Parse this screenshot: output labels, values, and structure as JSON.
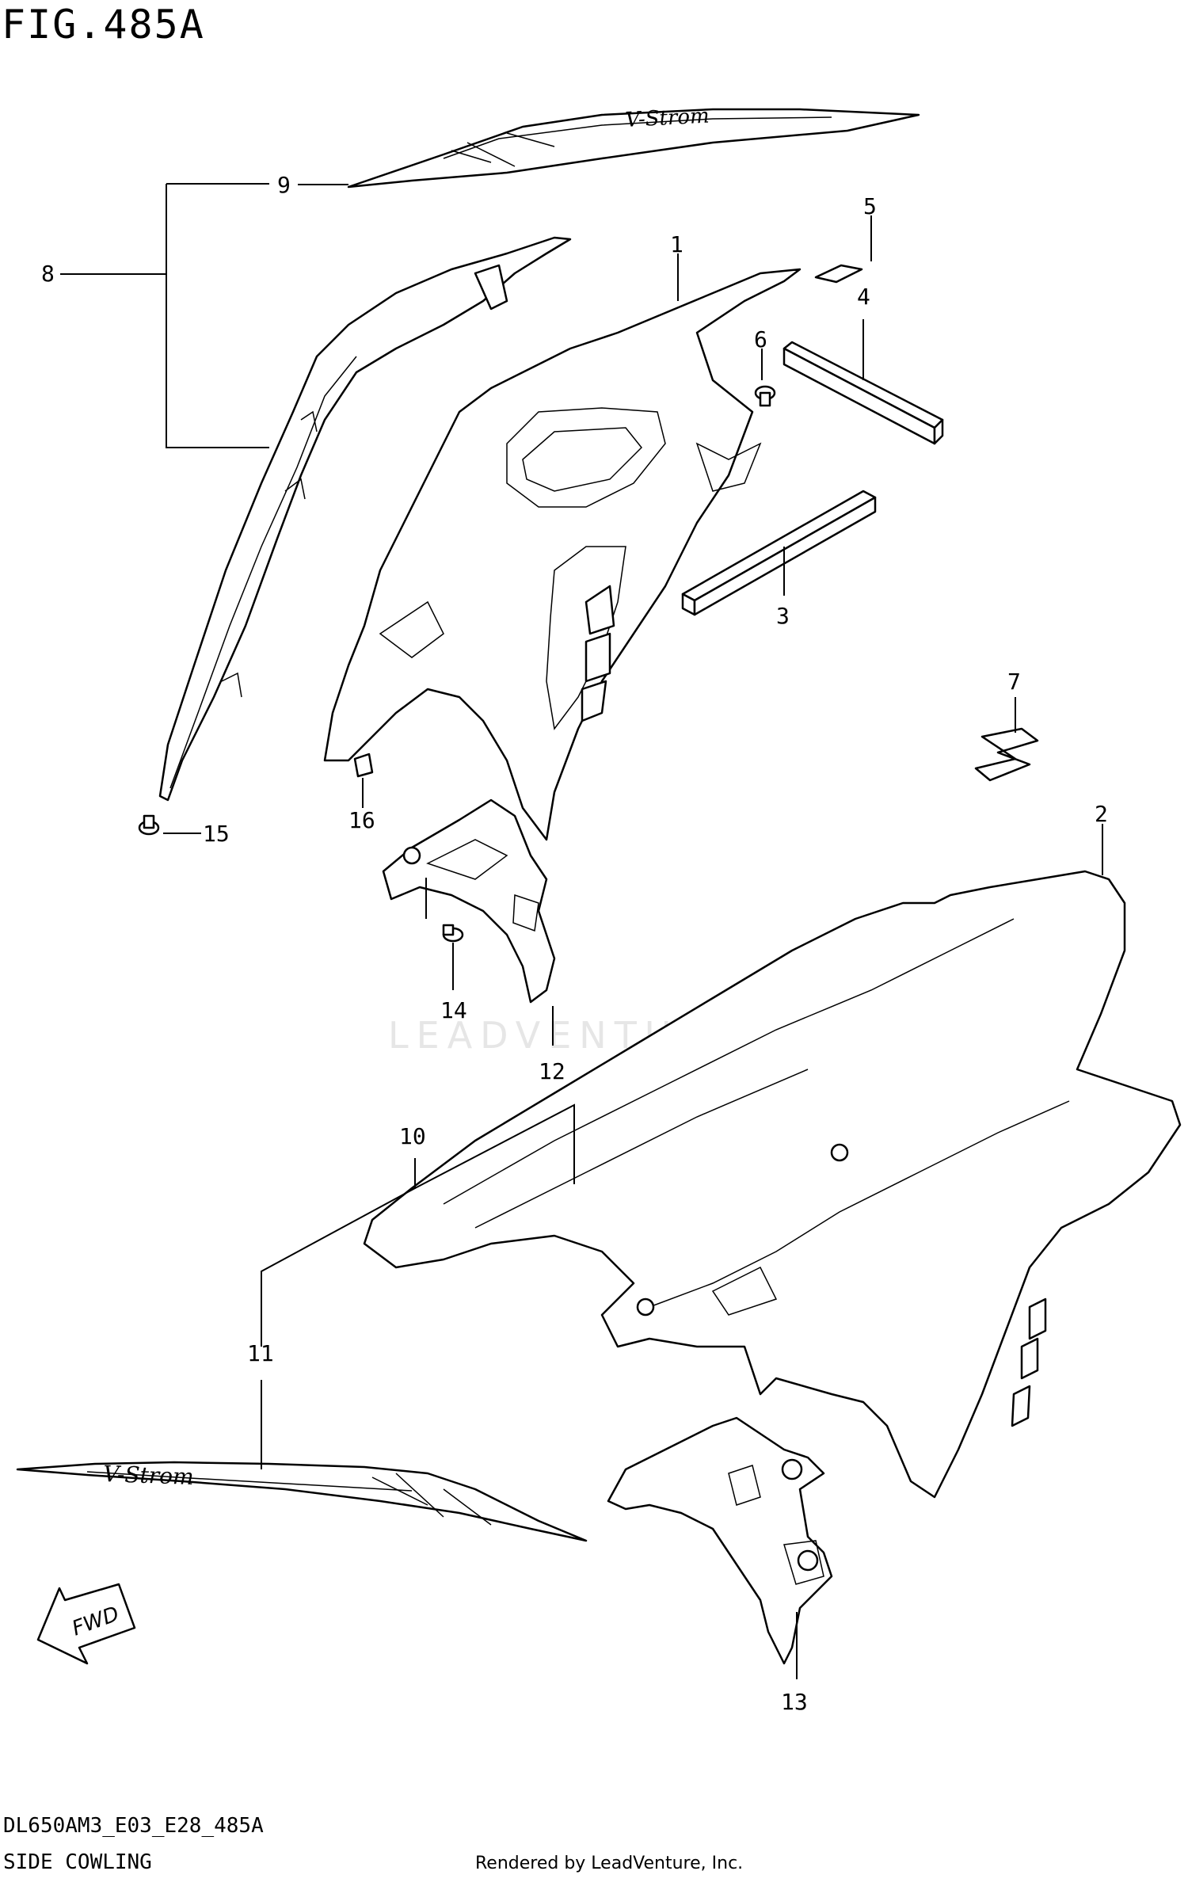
{
  "figure": {
    "title": "FIG.485A",
    "code": "DL650AM3_E03_E28_485A",
    "name": "SIDE COWLING",
    "credit": "Rendered by LeadVenture, Inc.",
    "watermark": "LEADVENTURE"
  },
  "callouts": [
    "1",
    "2",
    "3",
    "4",
    "5",
    "6",
    "7",
    "8",
    "9",
    "10",
    "11",
    "12",
    "13",
    "14",
    "15",
    "16"
  ],
  "decal": {
    "text": "V-Strom"
  },
  "fwd": "FWD"
}
